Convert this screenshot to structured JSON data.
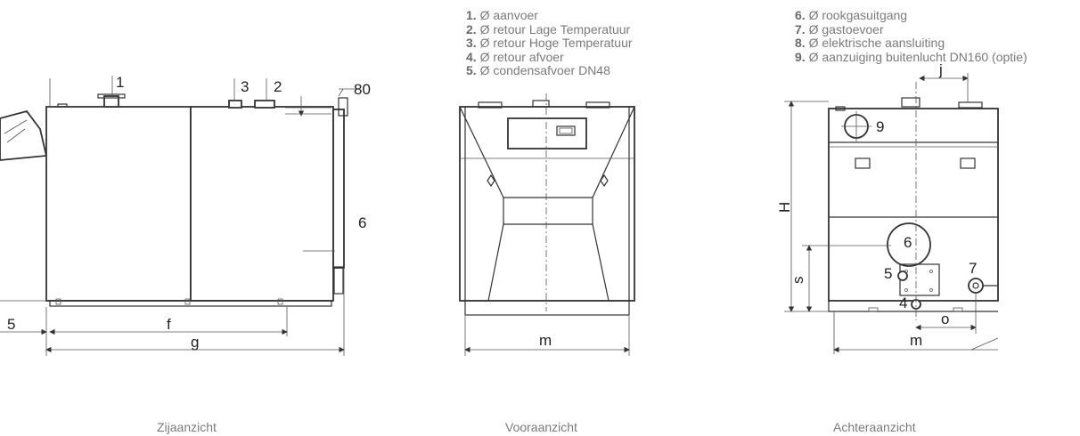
{
  "legend_left": [
    {
      "num": "1.",
      "text": "Ø aanvoer"
    },
    {
      "num": "2.",
      "text": "Ø retour Lage Temperatuur"
    },
    {
      "num": "3.",
      "text": "Ø retour Hoge Temperatuur"
    },
    {
      "num": "4.",
      "text": "Ø retour afvoer"
    },
    {
      "num": "5.",
      "text": "Ø condensafvoer DN48"
    }
  ],
  "legend_right": [
    {
      "num": "6.",
      "text": "Ø rookgasuitgang"
    },
    {
      "num": "7.",
      "text": "Ø gastoevoer"
    },
    {
      "num": "8.",
      "text": "Ø elektrische aansluiting"
    },
    {
      "num": "9.",
      "text": "Ø aanzuiging buitenlucht DN160 (optie)"
    }
  ],
  "captions": {
    "side": "Zijaanzicht",
    "front": "Vooraanzicht",
    "back": "Achteraanzicht"
  },
  "side_labels": {
    "n1": "1",
    "n3": "3",
    "n2": "2",
    "n6": "6",
    "dim80": "80",
    "dim5": "5",
    "f": "f",
    "g": "g"
  },
  "front_labels": {
    "m": "m"
  },
  "back_labels": {
    "n9": "9",
    "n6": "6",
    "n5": "5",
    "n7": "7",
    "n4": "4",
    "H": "H",
    "s": "s",
    "o": "o",
    "m": "m",
    "top": "j"
  }
}
